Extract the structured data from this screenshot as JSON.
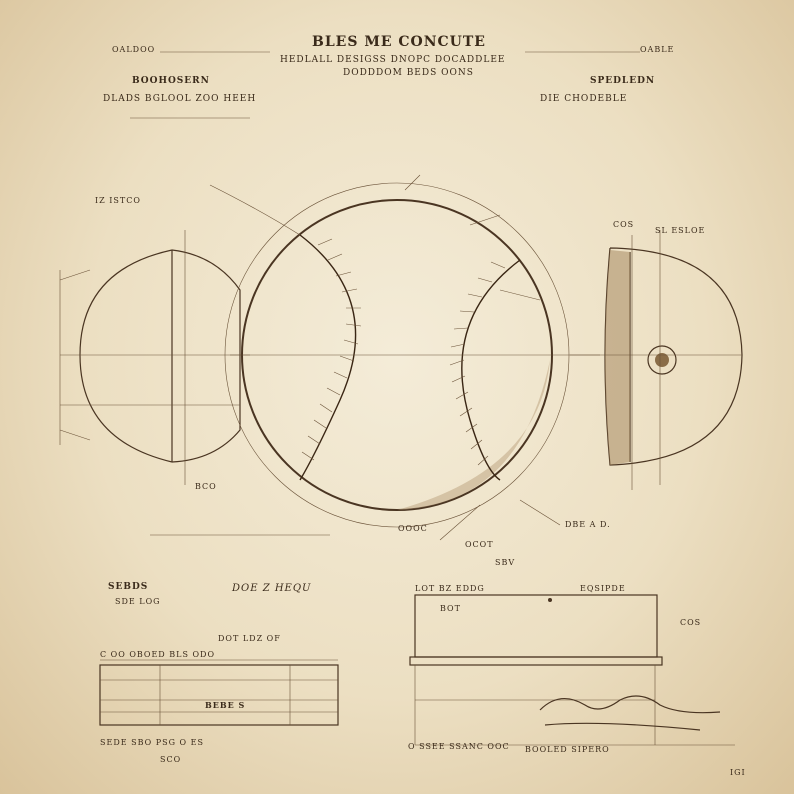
{
  "header": {
    "title": "BLES ME CONCUTE",
    "subtitle_line1": "HEDLALL DESIGSS DNOPC DOCADDLEE",
    "subtitle_line2": "DODDDOM BEDS OONS",
    "left_top": "OALDOO",
    "right_top": "OABLE",
    "left_label": "BOOHOSERN",
    "right_label": "SPEDLEDN",
    "left_sub": "DLADS  BGLOOL ZOO HEEH",
    "right_sub": "DIE CHODEBLE"
  },
  "annotations": {
    "fig_left": "IZ  ISTCO",
    "fig_top_right": "COS",
    "fig_top_right2": "SL ESLOE",
    "left_bottom": "BCO",
    "center_bottom": "OOOC",
    "center_bottom2": "OCOT",
    "right_bottom": "DBE  A  D.",
    "center_bottom3": "SBV"
  },
  "lower_left": {
    "label1": "SEBDS",
    "label2": "SDE LOG",
    "heading": "DOT  LDZ  OF",
    "row": "C   OO   OBOED  BLS    ODO",
    "box_text": "BEBE S",
    "footer": "SEDE  SBO  PSG   O  ES",
    "bottom": "SCO",
    "mid_label": "DOE Z HEQU"
  },
  "lower_right": {
    "heading": "LOT BZ EDDG",
    "label": "EQSIPDE",
    "inner": "BOT",
    "side": "COS",
    "footer": "O  SSEE  SSANC  OOC",
    "signature_caption": "BOOLED  SIPERO"
  },
  "corner_mark": "IGI",
  "colors": {
    "ink": "#4a3522",
    "paper": "#f4ecd8",
    "paper_edge": "#d9c39b"
  }
}
